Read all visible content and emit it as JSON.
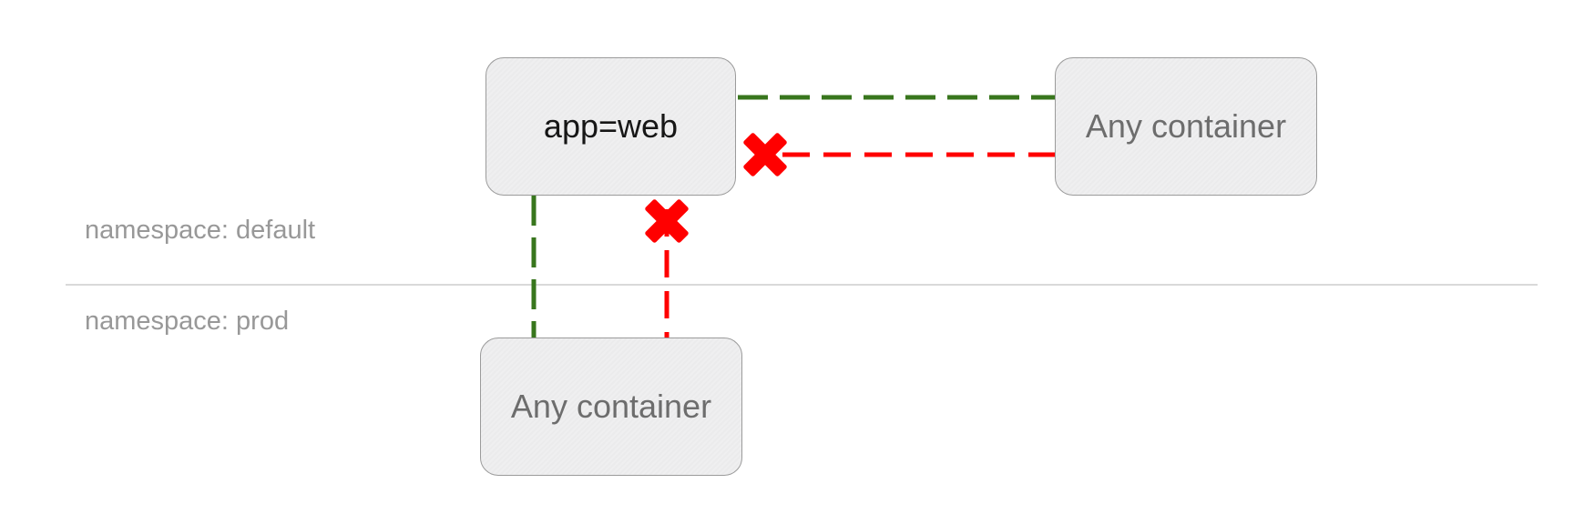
{
  "diagram": {
    "title": "kubernetes-network-policy-diagram",
    "colors": {
      "allowed": "#38761d",
      "blocked": "#ff0000",
      "node_fill": "#efeff0",
      "node_border": "#9b9b9b",
      "node_label_gray": "#6d6d6d",
      "node_label_dark": "#161616",
      "namespace_label": "#989898",
      "divider": "#d9d9d9",
      "background": "#ffffff"
    },
    "namespaces": {
      "default": {
        "label": "namespace: default"
      },
      "prod": {
        "label": "namespace: prod"
      }
    },
    "nodes": {
      "app_web": {
        "label": "app=web",
        "namespace": "default"
      },
      "any_container_default": {
        "label": "Any container",
        "namespace": "default"
      },
      "any_container_prod": {
        "label": "Any container",
        "namespace": "prod"
      }
    },
    "edges": [
      {
        "between": [
          "app_web",
          "any_container_default"
        ],
        "style": "dashed",
        "color": "#38761d",
        "blocked": false
      },
      {
        "between": [
          "any_container_default",
          "app_web"
        ],
        "style": "dashed",
        "color": "#ff0000",
        "blocked": true
      },
      {
        "between": [
          "app_web",
          "any_container_prod"
        ],
        "style": "dashed",
        "color": "#38761d",
        "blocked": false
      },
      {
        "between": [
          "any_container_prod",
          "app_web"
        ],
        "style": "dashed",
        "color": "#ff0000",
        "blocked": true
      }
    ]
  }
}
